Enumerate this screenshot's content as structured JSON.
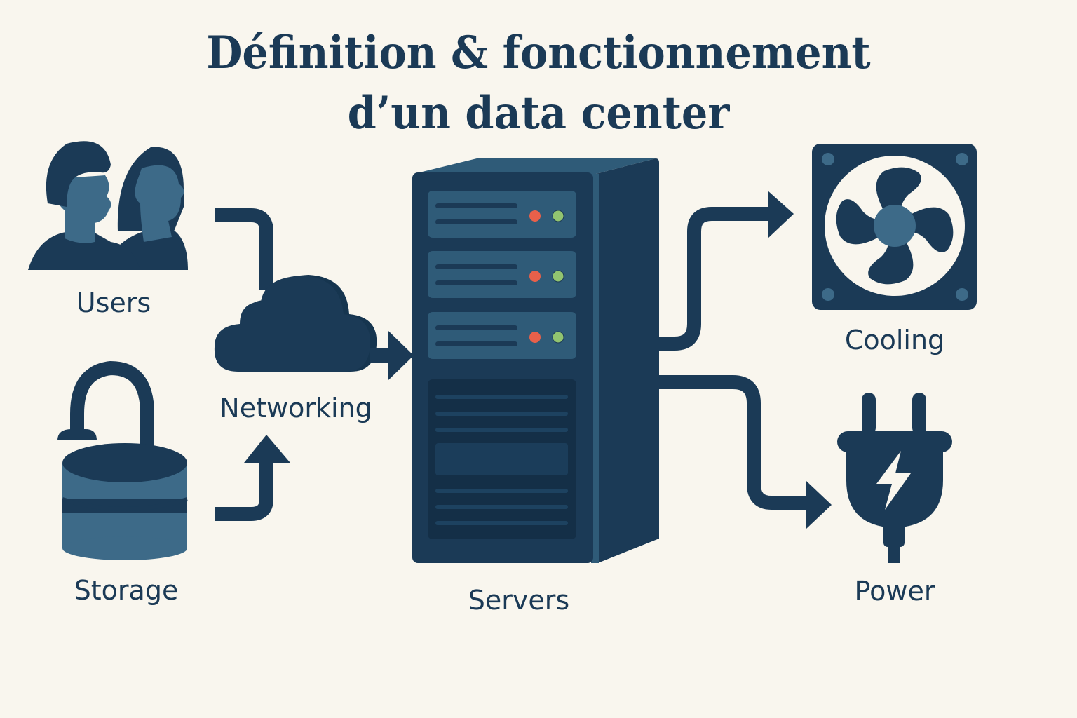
{
  "title": {
    "line1": "Définition & fonctionnement",
    "line2": "d’un data center"
  },
  "nodes": {
    "users": {
      "label": "Users",
      "icon": "users-icon"
    },
    "storage": {
      "label": "Storage",
      "icon": "database-lock-icon"
    },
    "networking": {
      "label": "Networking",
      "icon": "cloud-icon"
    },
    "servers": {
      "label": "Servers",
      "icon": "server-rack-icon"
    },
    "cooling": {
      "label": "Cooling",
      "icon": "fan-icon"
    },
    "power": {
      "label": "Power",
      "icon": "power-plug-icon"
    }
  },
  "flows": [
    {
      "from": "Users",
      "to": "Networking"
    },
    {
      "from": "Storage",
      "to": "Networking"
    },
    {
      "from": "Networking",
      "to": "Servers"
    },
    {
      "from": "Servers",
      "to": "Cooling"
    },
    {
      "from": "Servers",
      "to": "Power"
    }
  ],
  "server_units": [
    {
      "status_red": "#e8604a",
      "status_green": "#92c470"
    },
    {
      "status_red": "#e8604a",
      "status_green": "#92c470"
    },
    {
      "status_red": "#e8604a",
      "status_green": "#92c470"
    }
  ],
  "colors": {
    "background": "#f9f6ee",
    "navy": "#1b3a56",
    "mid_blue": "#2f5b78",
    "light_blue": "#3d6a88",
    "dark_panel": "#142f47"
  }
}
